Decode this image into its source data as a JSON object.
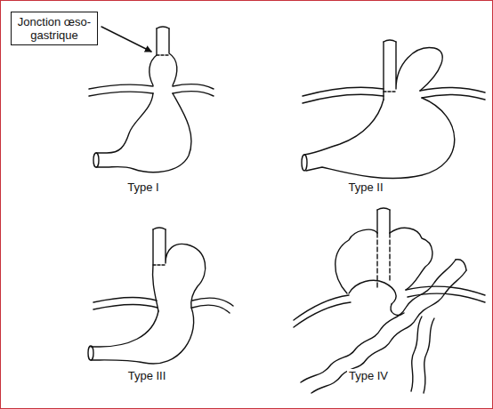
{
  "diagram": {
    "nodes": [
      {
        "text": [
          "Jonction œso-gastrique"
        ]
      }
    ],
    "labels": [
      "Type I",
      "Type II",
      "Type III",
      "Type IV"
    ]
  }
}
